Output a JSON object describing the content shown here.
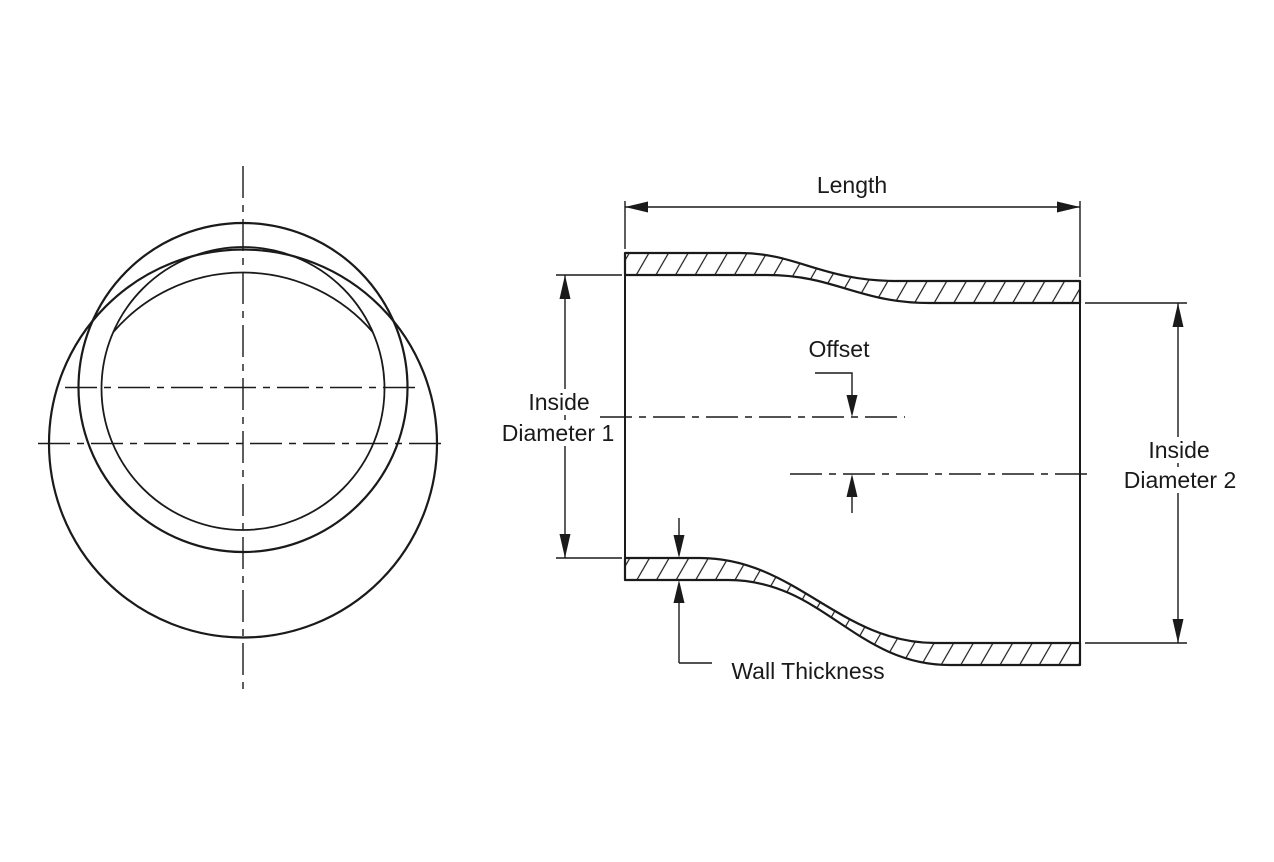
{
  "labels": {
    "length": "Length",
    "offset": "Offset",
    "inside_diameter_1_line1": "Inside",
    "inside_diameter_1_line2": "Diameter 1",
    "inside_diameter_2_line1": "Inside",
    "inside_diameter_2_line2": "Diameter 2",
    "wall_thickness": "Wall Thickness"
  },
  "colors": {
    "line": "#1a1a1a",
    "background": "#ffffff",
    "text": "#1a1a1a"
  }
}
